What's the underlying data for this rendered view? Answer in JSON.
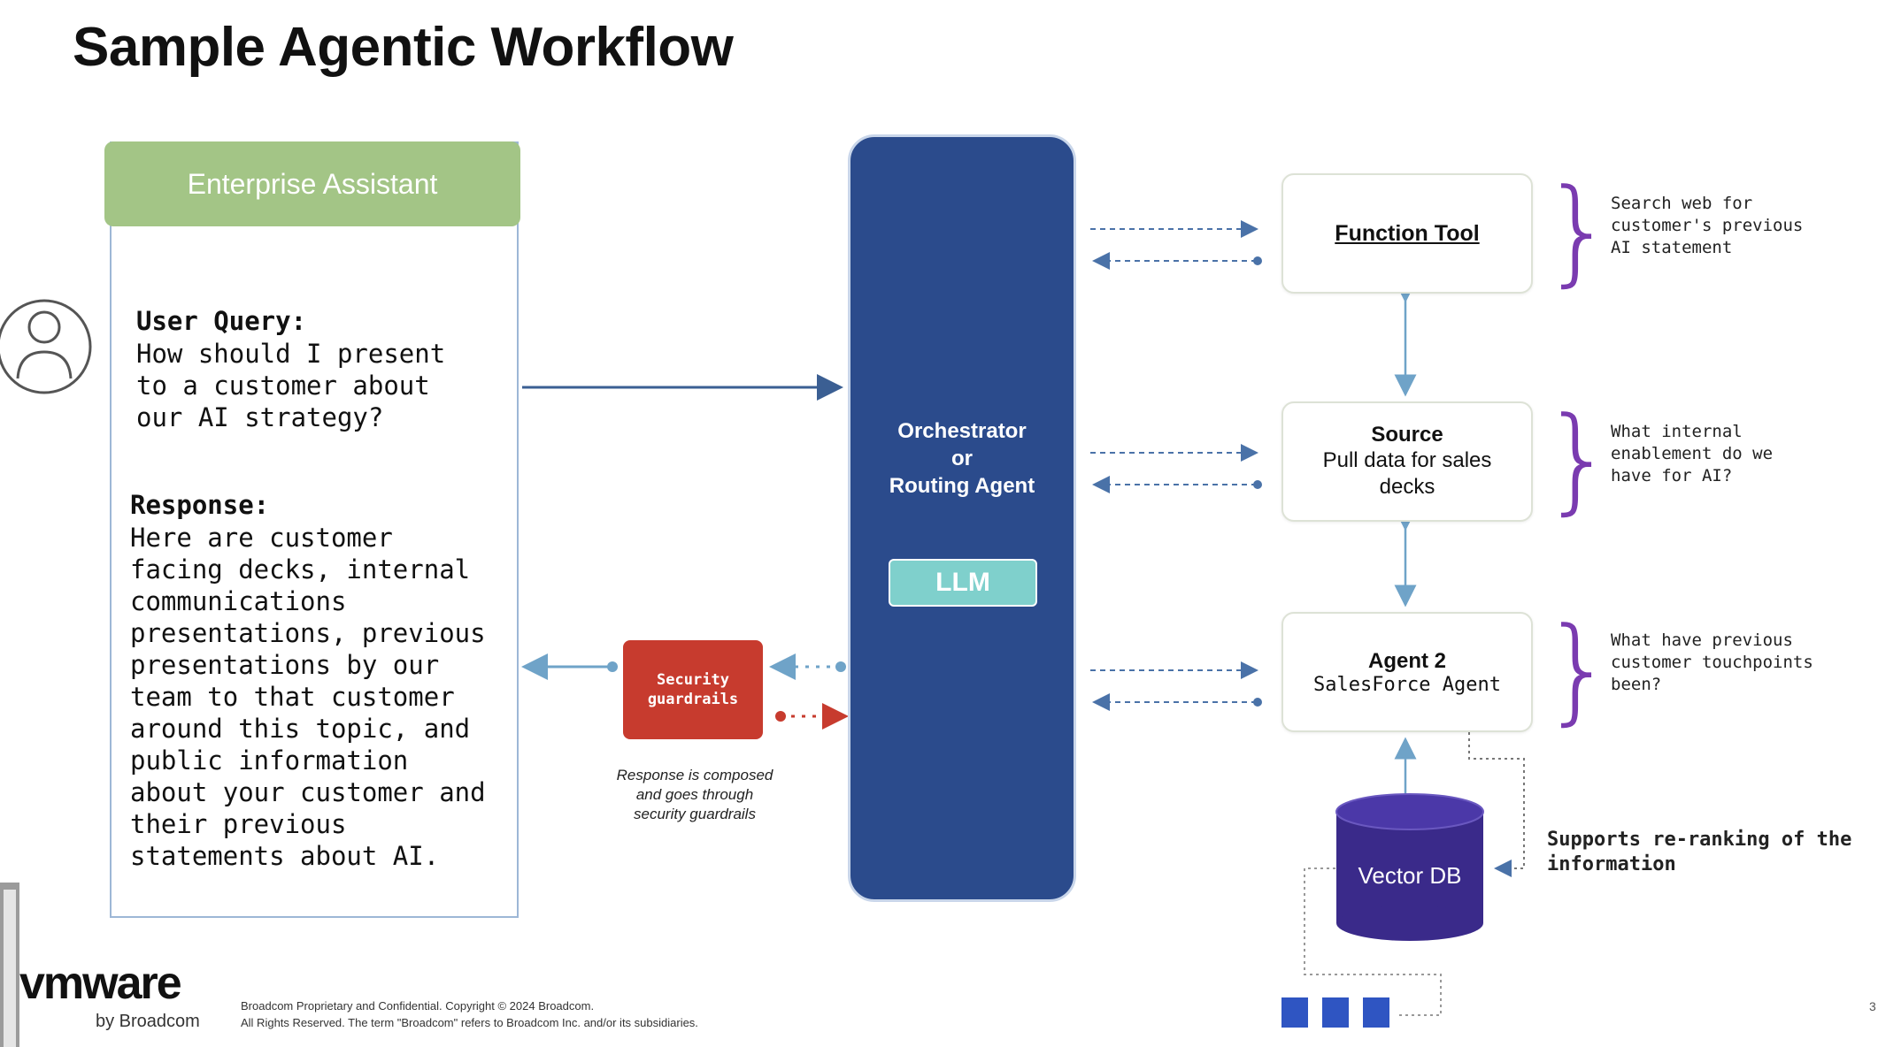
{
  "title": "Sample Agentic Workflow",
  "assistant": {
    "header": "Enterprise Assistant",
    "user_query_label": "User Query:",
    "user_query_text": "How should I present\nto a customer about\nour AI strategy?",
    "response_label": "Response:",
    "response_text": "Here are customer\nfacing decks, internal\ncommunications\npresentations, previous\npresentations by our\nteam to that customer\naround this topic, and\npublic information\nabout your customer and\ntheir previous\nstatements about AI."
  },
  "orchestrator": {
    "label": "Orchestrator\nor\nRouting Agent",
    "llm": "LLM"
  },
  "tools": {
    "function_tool": "Function Tool",
    "source_title": "Source",
    "source_sub": "Pull data for sales\ndecks",
    "agent2_title": "Agent 2",
    "agent2_sub": "SalesForce Agent",
    "vector_db": "Vector DB"
  },
  "notes": {
    "n1": "Search web for\ncustomer's previous\nAI statement",
    "n2": "What internal\nenablement do we\nhave for AI?",
    "n3": "What have previous\ncustomer touchpoints\nbeen?",
    "n4": "Supports re-ranking of the\ninformation"
  },
  "security": {
    "label": "Security\nguardrails",
    "caption": "Response is composed\nand goes through\nsecurity guardrails"
  },
  "footer": {
    "logo_main": "vmware",
    "logo_sub": "by Broadcom",
    "legal": "Broadcom Proprietary and Confidential. Copyright © 2024 Broadcom.\nAll Rights Reserved. The term \"Broadcom\" refers to Broadcom Inc. and/or its subsidiaries.",
    "page_number": "3"
  },
  "colors": {
    "orchestrator": "#2b4b8c",
    "llm": "#7fd0cc",
    "assistant_header": "#a3c586",
    "security": "#c73b2e",
    "brace": "#7a3bb0",
    "vector_db": "#3a2a8a",
    "arrow": "#3b5f93",
    "light_arrow": "#6fa3c8"
  },
  "icons": {
    "user": "user-avatar-icon",
    "database": "database-icon",
    "documents": "document-stack-icon"
  }
}
